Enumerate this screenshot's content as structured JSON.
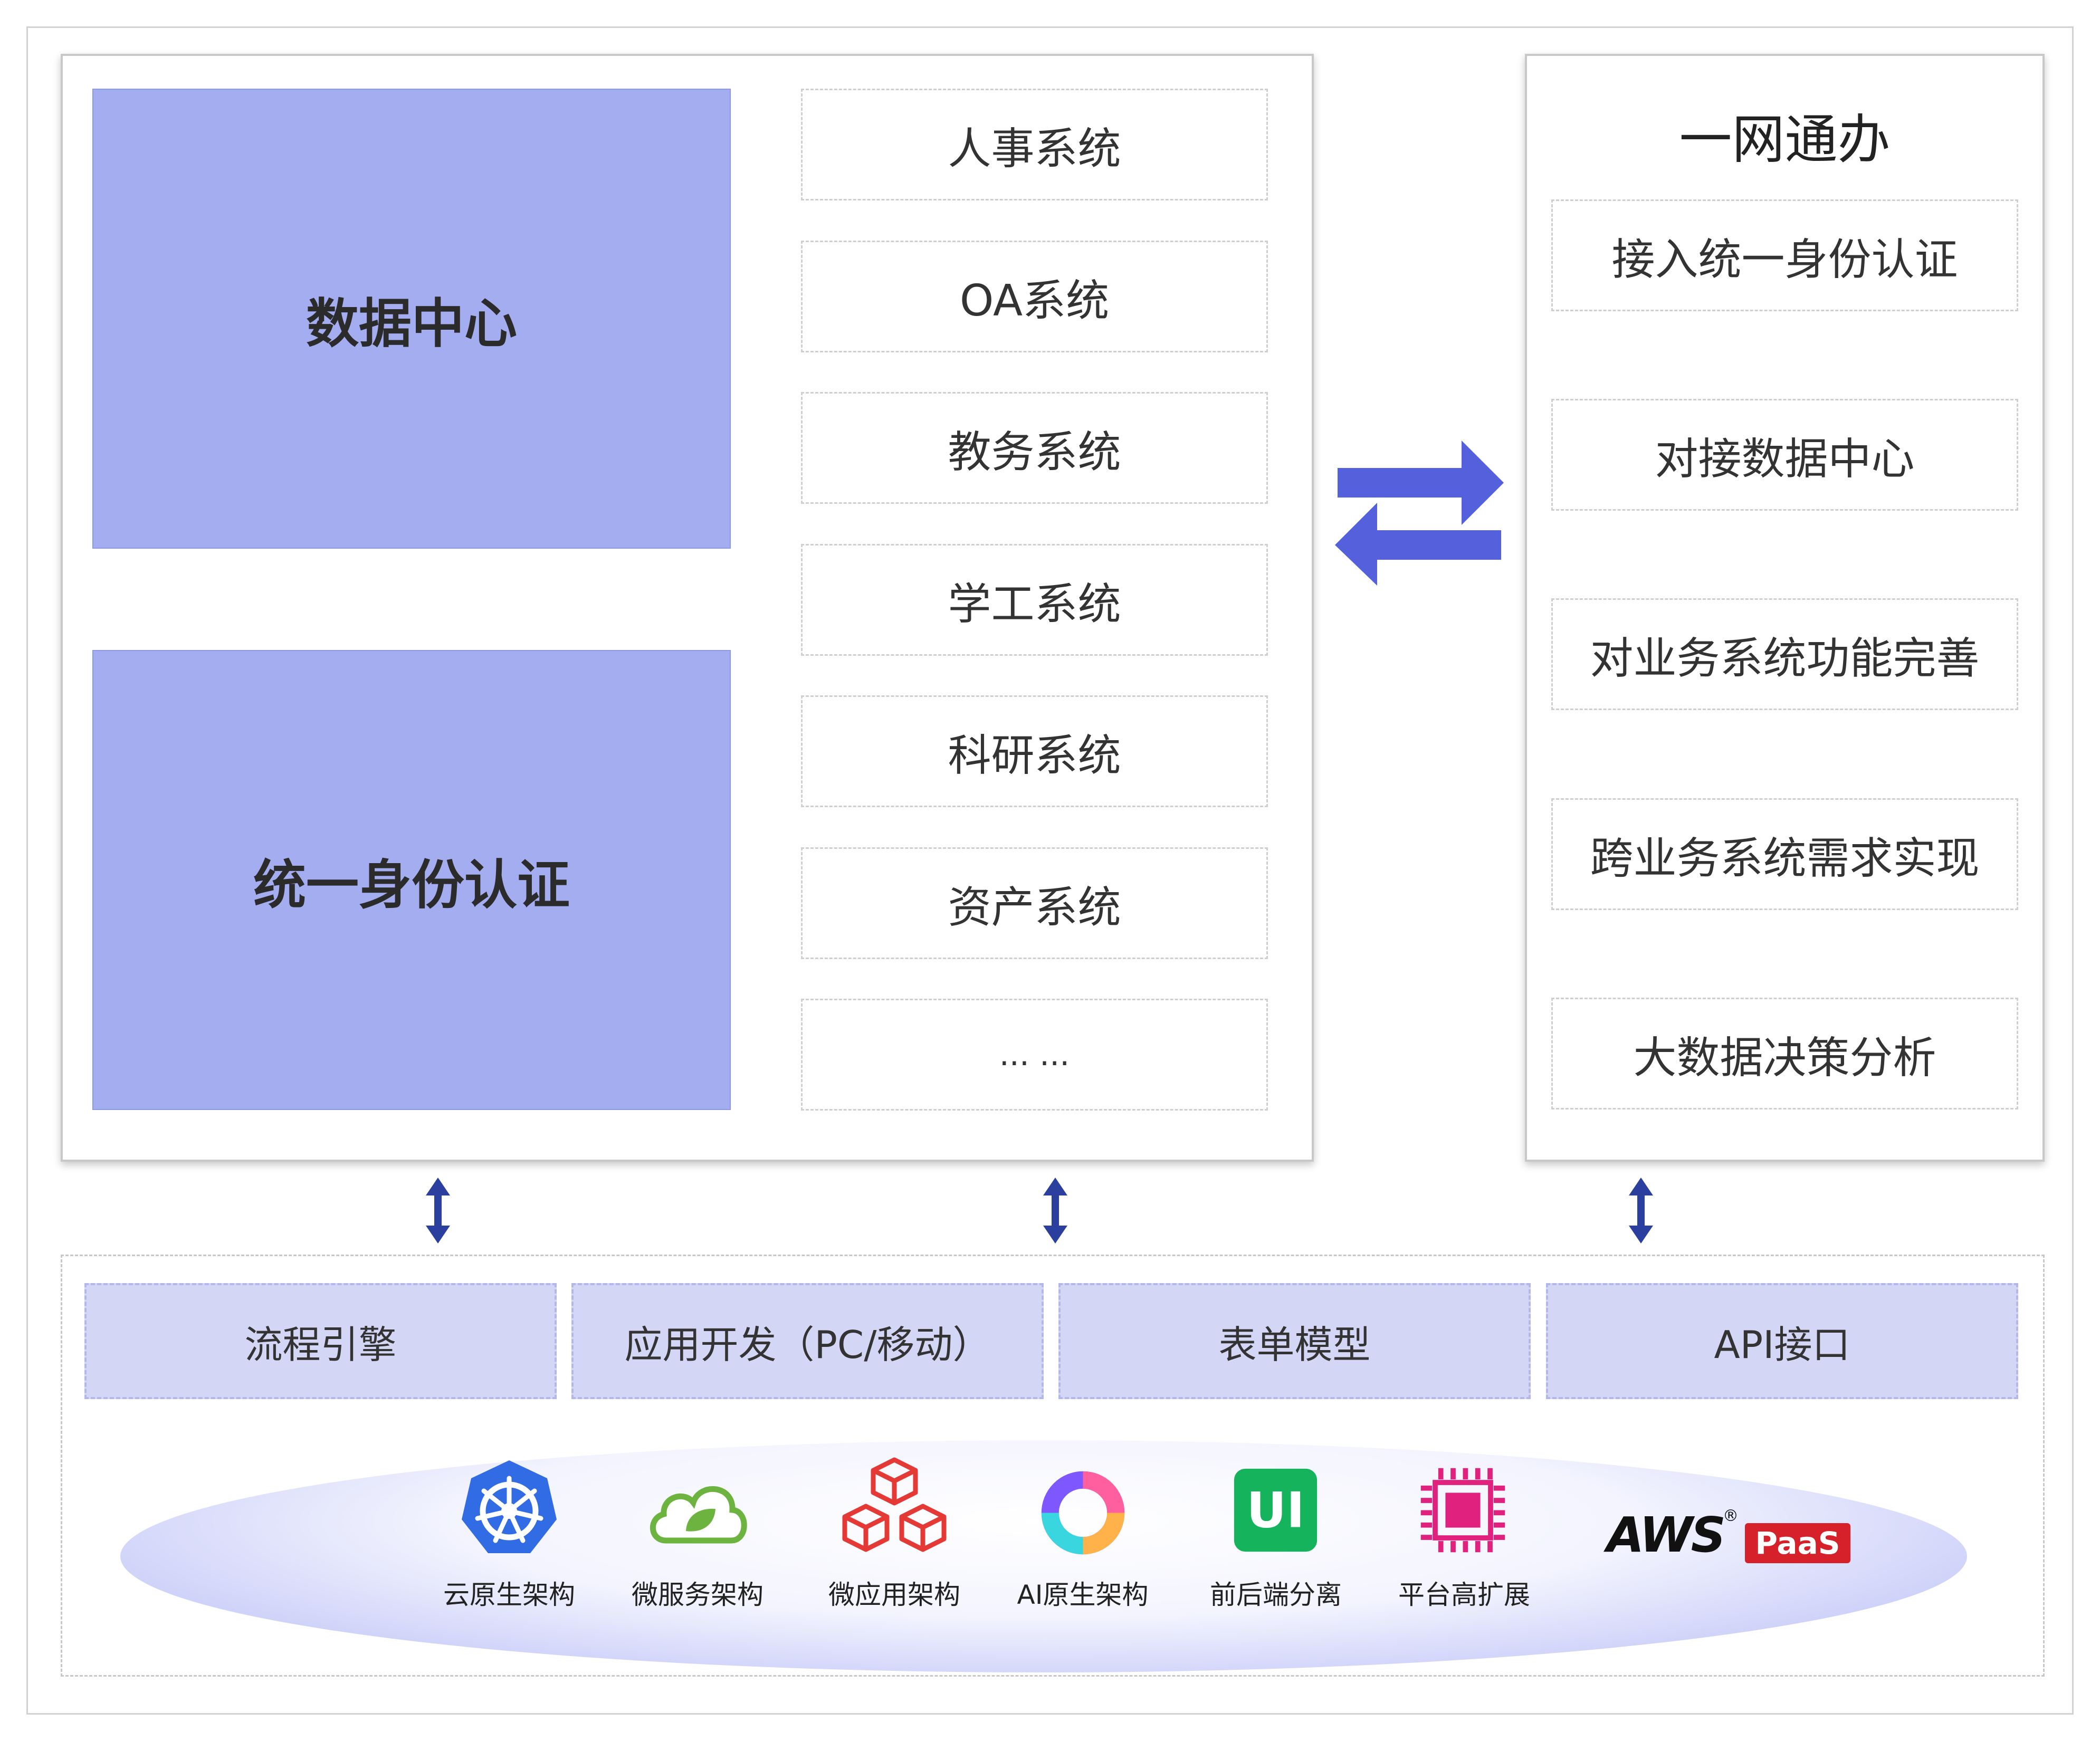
{
  "platform": {
    "data_center": "数据中心",
    "unified_auth": "统一身份认证",
    "systems": [
      "人事系统",
      "OA系统",
      "教务系统",
      "学工系统",
      "科研系统",
      "资产系统",
      "... ..."
    ]
  },
  "one_net": {
    "title": "一网通办",
    "items": [
      "接入统一身份认证",
      "对接数据中心",
      "对业务系统功能完善",
      "跨业务系统需求实现",
      "大数据决策分析"
    ]
  },
  "modules": [
    "流程引擎",
    "应用开发（PC/移动）",
    "表单模型",
    "API接口"
  ],
  "tech": [
    {
      "label": "云原生架构",
      "icon": "kubernetes-icon"
    },
    {
      "label": "微服务架构",
      "icon": "spring-cloud-icon"
    },
    {
      "label": "微应用架构",
      "icon": "cubes-icon"
    },
    {
      "label": "AI原生架构",
      "icon": "ai-ring-icon"
    },
    {
      "label": "前后端分离",
      "icon": "ui-badge-icon"
    },
    {
      "label": "平台高扩展",
      "icon": "chip-icon"
    }
  ],
  "brand": {
    "aws": "AWS",
    "registered": "®",
    "paas": "PaaS"
  },
  "colors": {
    "big_box": "#a3adf0",
    "module": "#d3d6f5",
    "arrow_purple": "#5560dc",
    "arrow_blue": "#2b3f9e",
    "paas_red": "#d6202a"
  }
}
